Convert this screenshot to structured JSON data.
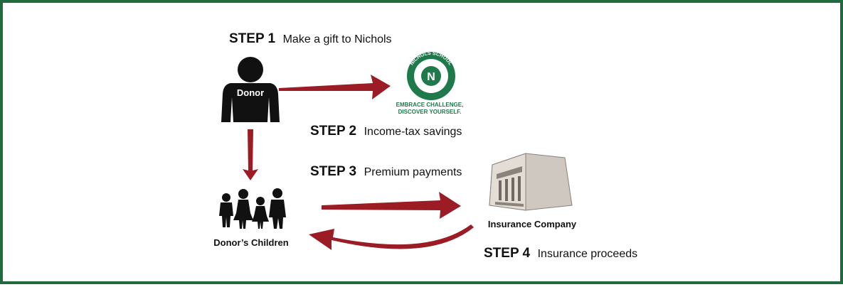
{
  "colors": {
    "border": "#1e6b3e",
    "arrow": "#9b1c24",
    "figure": "#111111",
    "logo_green": "#1e7a4a",
    "building_face": "#e3ddd6",
    "building_side": "#cfc8c0"
  },
  "steps": [
    {
      "number": "STEP 1",
      "text": "Make a gift to Nichols"
    },
    {
      "number": "STEP 2",
      "text": "Income-tax savings"
    },
    {
      "number": "STEP 3",
      "text": "Premium payments"
    },
    {
      "number": "STEP 4",
      "text": "Insurance proceeds"
    }
  ],
  "nodes": {
    "donor": {
      "label": "Donor",
      "icon": "person-icon"
    },
    "children": {
      "label": "Donor’s Children",
      "icon": "family-icon"
    },
    "insurance": {
      "label": "Insurance Company",
      "icon": "building-icon"
    },
    "nichols": {
      "icon": "nichols-school-seal-icon",
      "seal_letter": "N",
      "seal_ring_text": "NICHOLS SCHOOL",
      "tagline_line1": "EMBRACE CHALLENGE,",
      "tagline_line2": "DISCOVER YOURSELF."
    }
  }
}
